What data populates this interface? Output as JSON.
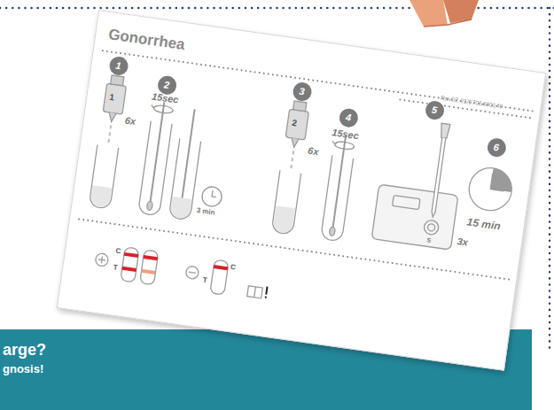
{
  "diagram": {
    "title": "Gonorrhea",
    "nodes": [
      {
        "text": [
          "1"
        ]
      },
      {
        "text": [
          "2"
        ]
      },
      {
        "text": [
          "3"
        ]
      },
      {
        "text": [
          "4"
        ]
      },
      {
        "text": [
          "5"
        ]
      },
      {
        "text": [
          "6"
        ]
      }
    ],
    "labels": [
      "1",
      "6x",
      "15sec",
      "3 min",
      "Rev02.01/0705400149",
      "2",
      "6x",
      "15sec",
      "S",
      "3x",
      "15 min",
      "C",
      "T",
      "C",
      "T",
      "arge?",
      "gnosis!"
    ]
  }
}
